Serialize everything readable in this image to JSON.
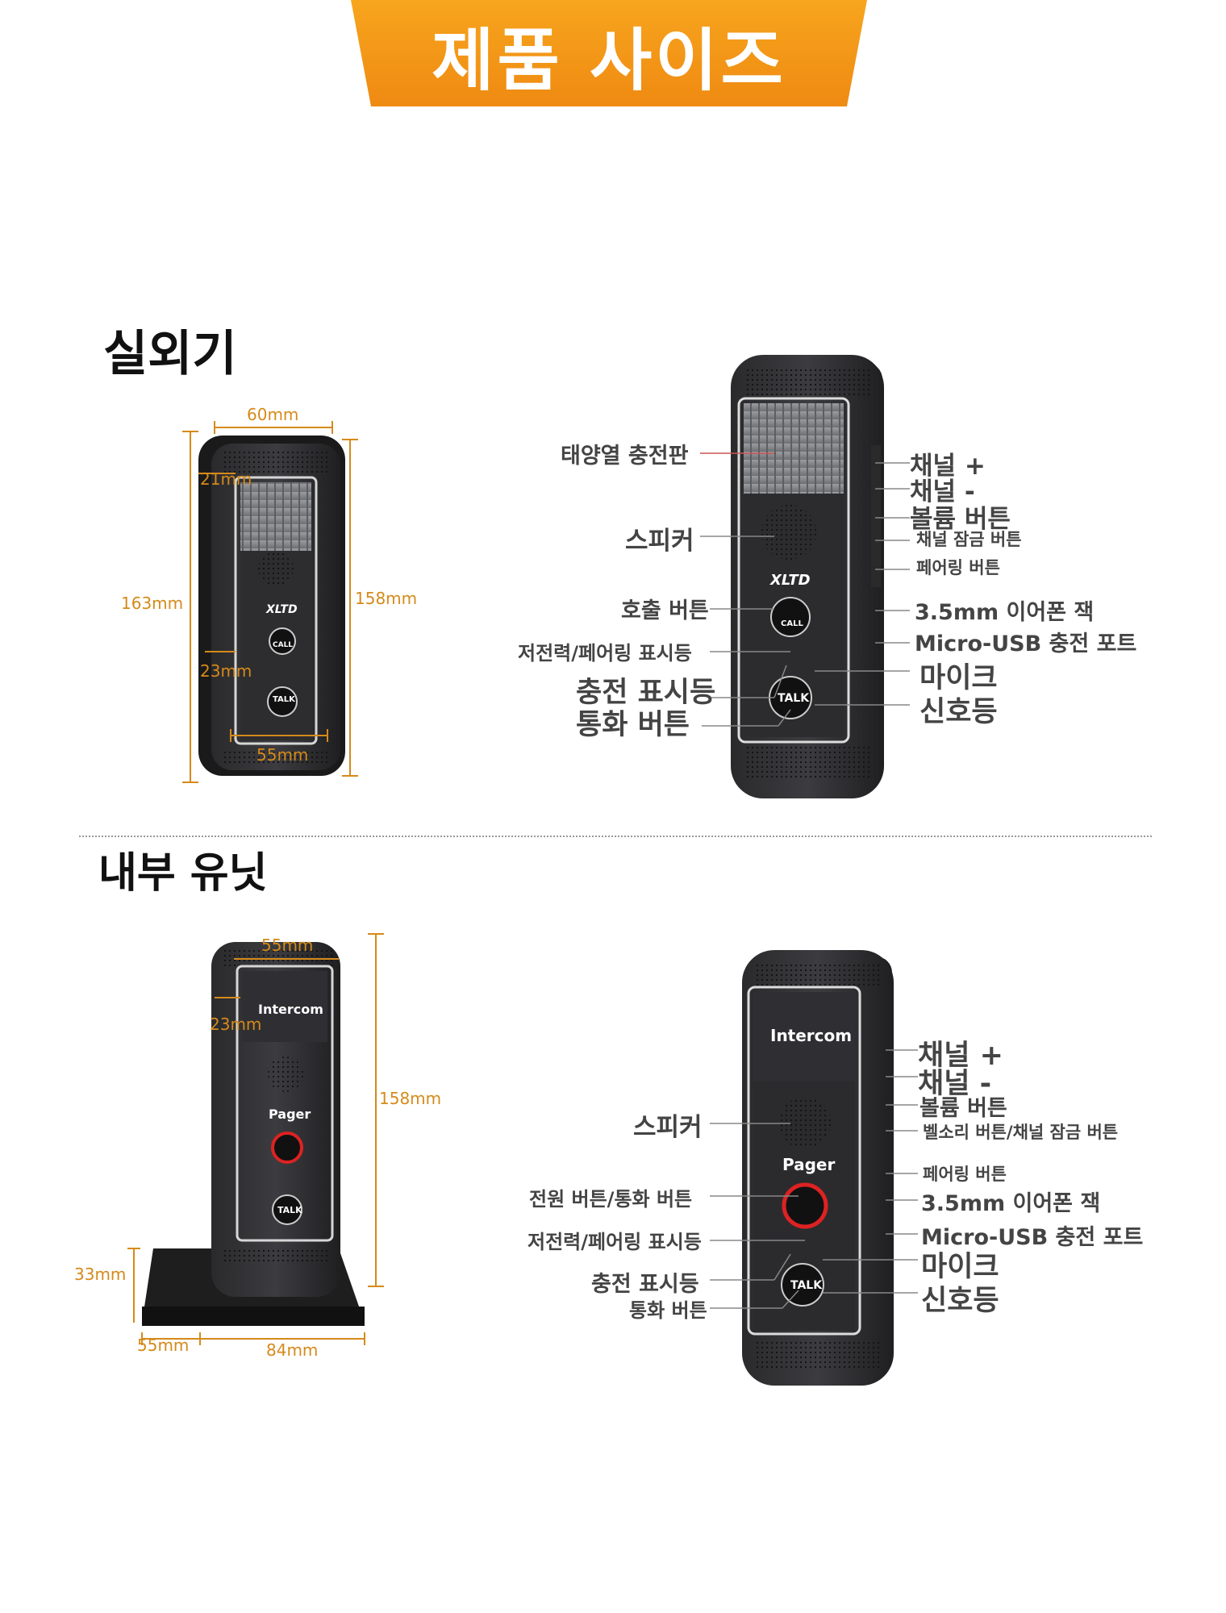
{
  "banner": {
    "title": "제품 사이즈",
    "color": "#f5a623"
  },
  "outdoor": {
    "section_title": "실외기",
    "dims": {
      "width_top": "60mm",
      "inner_top": "21mm",
      "height_left": "163mm",
      "height_right": "158mm",
      "inner_mid": "23mm",
      "bottom": "55mm"
    },
    "device": {
      "brand": "XLTD",
      "call": "CALL",
      "talk": "TALK"
    },
    "labels_left": {
      "solar": "태양열 충전판",
      "speaker": "스피커",
      "call_button": "호출 버튼",
      "low_power": "저전력/페어링 표시등",
      "charge_led": "충전 표시등",
      "talk_button": "통화 버튼"
    },
    "labels_right": {
      "ch_up": "채널 +",
      "ch_down": "채널 -",
      "volume": "볼륨 버튼",
      "ch_lock": "채널 잠금 버튼",
      "pairing": "페어링 버튼",
      "earphone": "3.5mm 이어폰 잭",
      "usb": "Micro-USB 충전 포트",
      "mic": "마이크",
      "signal": "신호등"
    }
  },
  "indoor": {
    "section_title": "내부 유닛",
    "dims": {
      "top": "55mm",
      "inner": "23mm",
      "height": "158mm",
      "base_h": "33mm",
      "base_left": "55mm",
      "base_w": "84mm"
    },
    "device": {
      "brand": "Intercom",
      "pager": "Pager",
      "talk": "TALK"
    },
    "labels_left": {
      "speaker": "스피커",
      "power_talk": "전원 버튼/통화 버튼",
      "low_power": "저전력/페어링 표시등",
      "charge_led": "충전 표시등",
      "talk_button": "통화 버튼"
    },
    "labels_right": {
      "ch_up": "채널 +",
      "ch_down": "채널 -",
      "volume": "볼륨 버튼",
      "bell_lock": "벨소리 버튼/채널 잠금 버튼",
      "pairing": "페어링 버튼",
      "earphone": "3.5mm 이어폰 잭",
      "usb": "Micro-USB 충전 포트",
      "mic": "마이크",
      "signal": "신호등"
    }
  }
}
